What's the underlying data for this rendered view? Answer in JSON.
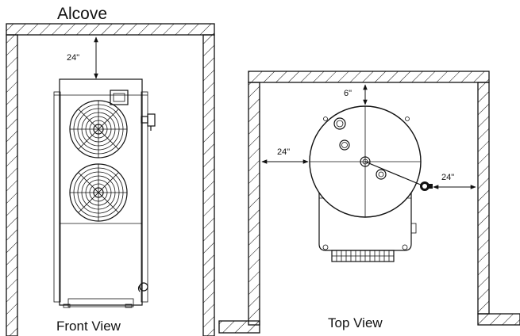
{
  "title": "Alcove",
  "front_view": {
    "label": "Front View",
    "top_clearance": "24\""
  },
  "top_view": {
    "label": "Top View",
    "back_clearance": "6\"",
    "left_clearance": "24\"",
    "right_clearance": "24\""
  },
  "colors": {
    "line": "#111111",
    "background": "#ffffff"
  }
}
